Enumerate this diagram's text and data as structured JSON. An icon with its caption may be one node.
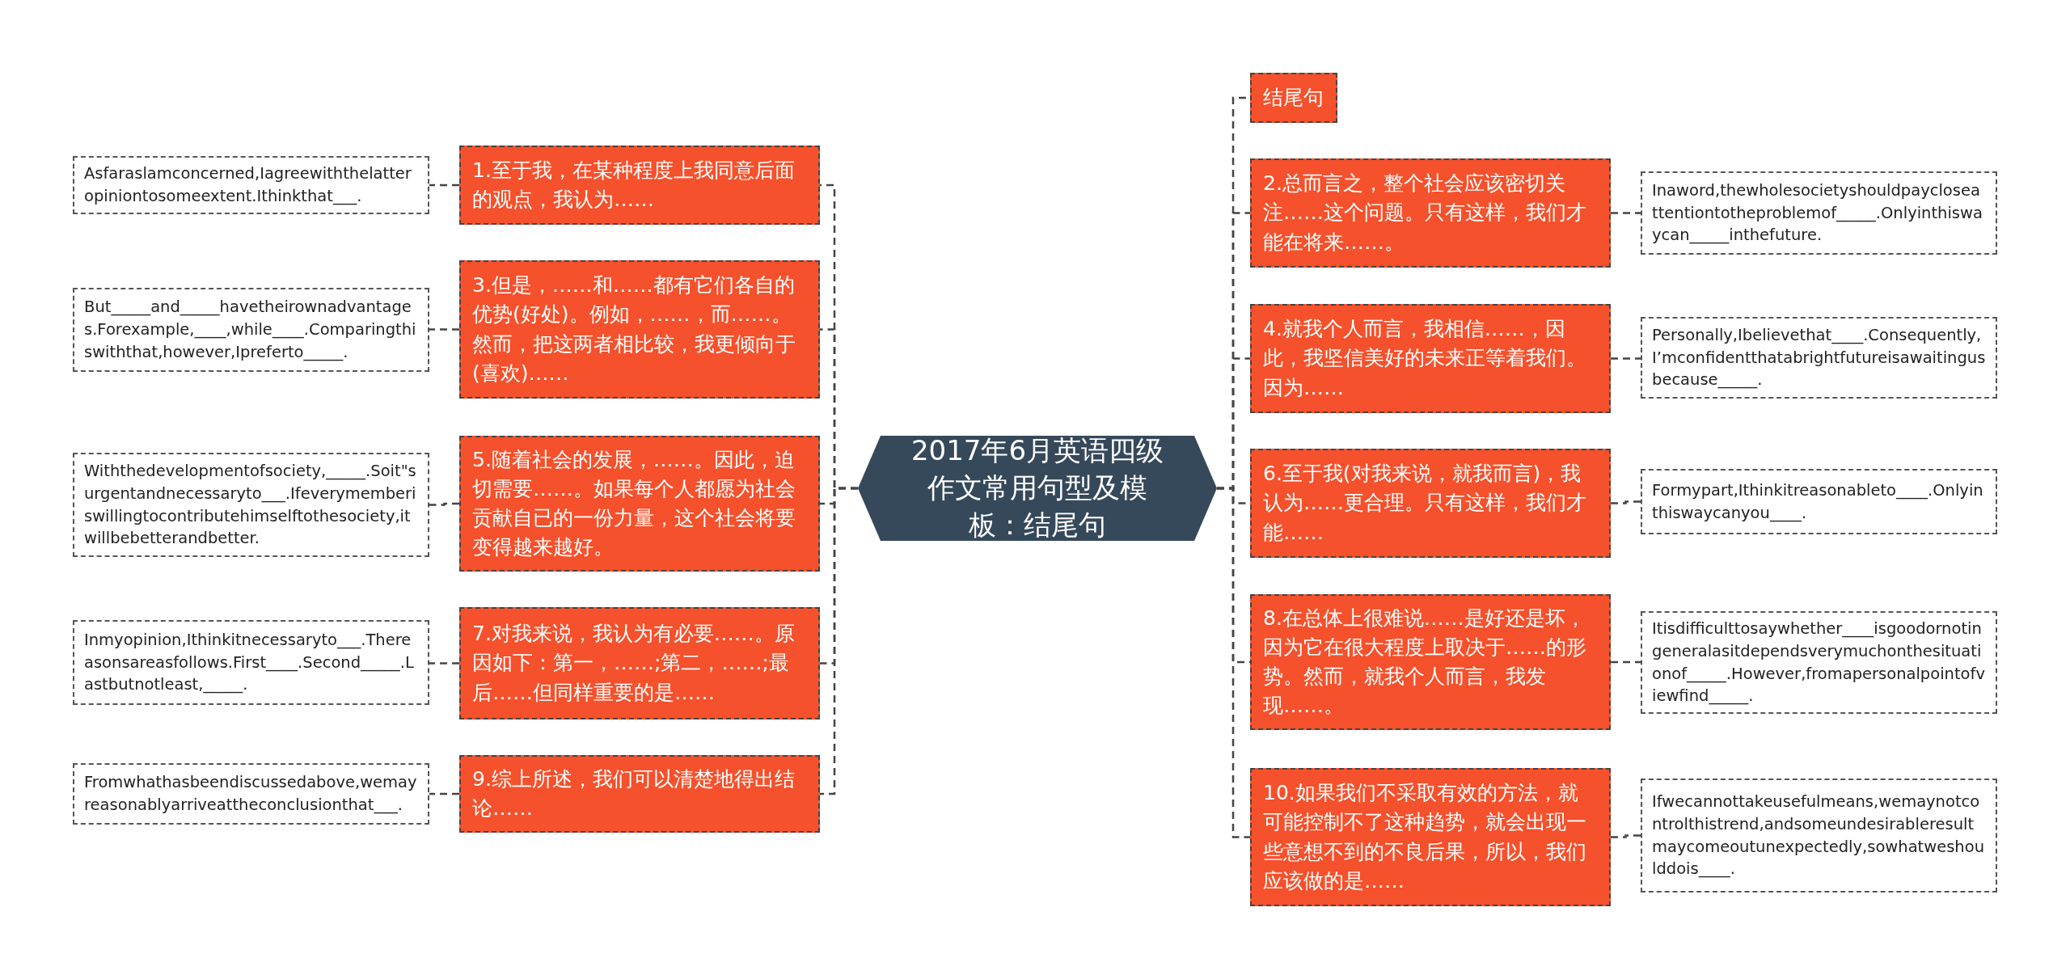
{
  "diagram": {
    "nodes": [
      {
        "text": [
          "2017年6月英语四级作文常用句型及模板：结尾句"
        ]
      },
      {
        "text": [
          "1.至于我，在某种程度上我同意后面的观点，我认为……"
        ]
      },
      {
        "text": [
          "Asfaraslamconcerned,Iagreewiththelatteropiniontosomeextent.Ithinkthat___."
        ]
      },
      {
        "text": [
          "3.但是，……和……都有它们各自的优势(好处)。例如，……，而……。然而，把这两者相比较，我更倾向于(喜欢)……"
        ]
      },
      {
        "text": [
          "But_____and_____havetheirownadvantages.Forexample,____,while____.Comparingthiswiththat,however,Ipreferto_____."
        ]
      },
      {
        "text": [
          "5.随着社会的发展，……。因此，迫切需要……。如果每个人都愿为社会贡献自已的一份力量，这个社会将要变得越来越好。"
        ]
      },
      {
        "text": [
          "Withthedevelopmentofsociety,_____.Soit\"surgentandnecessaryto___.Ifeverymemberiswillingtocontributehimselftothesociety,itwillbebetterandbetter."
        ]
      },
      {
        "text": [
          "7.对我来说，我认为有必要……。原因如下：第一，……;第二，……;最后……但同样重要的是……"
        ]
      },
      {
        "text": [
          "Inmyopinion,Ithinkitnecessaryto___.Thereasonsareasfollows.First____.Second_____.Lastbutnotleast,_____."
        ]
      },
      {
        "text": [
          "9.综上所述，我们可以清楚地得出结论……"
        ]
      },
      {
        "text": [
          "Fromwhathasbeendiscussedabove,wemayreasonablyarriveattheconclusionthat___."
        ]
      },
      {
        "text": [
          "结尾句"
        ]
      },
      {
        "text": [
          "2.总而言之，整个社会应该密切关注……这个问题。只有这样，我们才能在将来……。"
        ]
      },
      {
        "text": [
          "Inaword,thewholesocietyshouldpaycloseattentiontotheproblemof_____.Onlyinthiswaycan_____inthefuture."
        ]
      },
      {
        "text": [
          "4.就我个人而言，我相信……，因此，我坚信美好的未来正等着我们。因为……"
        ]
      },
      {
        "text": [
          "Personally,Ibelievethat____.Consequently,I’mconfidentthatabrightfutureisawaitingusbecause_____."
        ]
      },
      {
        "text": [
          "6.至于我(对我来说，就我而言)，我认为……更合理。只有这样，我们才能……"
        ]
      },
      {
        "text": [
          "Formypart,Ithinkitreasonableto____.Onlyinthiswaycanyou____."
        ]
      },
      {
        "text": [
          "8.在总体上很难说……是好还是坏，因为它在很大程度上取决于……的形势。然而，就我个人而言，我发现……。"
        ]
      },
      {
        "text": [
          "Itisdifficulttosaywhether____isgoodornotingeneralasitdependsverymuchonthesituationof_____.However,fromapersonalpointofviewfind_____."
        ]
      },
      {
        "text": [
          "10.如果我们不采取有效的方法，就可能控制不了这种趋势，就会出现一些意想不到的不良后果，所以，我们应该做的是……"
        ]
      },
      {
        "text": [
          "Ifwecannottakeusefulmeans,wemaynotcontrolthistrend,andsomeundesirableresultmaycomeoutunexpectedly,sowhatweshoulddois____."
        ]
      }
    ],
    "edges": [
      {
        "from": 0,
        "to": 1,
        "arrow": "none",
        "style": "dashed"
      },
      {
        "from": 1,
        "to": 2,
        "arrow": "none",
        "style": "dashed"
      },
      {
        "from": 0,
        "to": 3,
        "arrow": "none",
        "style": "dashed"
      },
      {
        "from": 3,
        "to": 4,
        "arrow": "none",
        "style": "dashed"
      },
      {
        "from": 0,
        "to": 5,
        "arrow": "none",
        "style": "dashed"
      },
      {
        "from": 5,
        "to": 6,
        "arrow": "none",
        "style": "dashed"
      },
      {
        "from": 0,
        "to": 7,
        "arrow": "none",
        "style": "dashed"
      },
      {
        "from": 7,
        "to": 8,
        "arrow": "none",
        "style": "dashed"
      },
      {
        "from": 0,
        "to": 9,
        "arrow": "none",
        "style": "dashed"
      },
      {
        "from": 9,
        "to": 10,
        "arrow": "none",
        "style": "dashed"
      },
      {
        "from": 0,
        "to": 11,
        "arrow": "none",
        "style": "dashed"
      },
      {
        "from": 0,
        "to": 12,
        "arrow": "none",
        "style": "dashed"
      },
      {
        "from": 12,
        "to": 13,
        "arrow": "none",
        "style": "dashed"
      },
      {
        "from": 0,
        "to": 14,
        "arrow": "none",
        "style": "dashed"
      },
      {
        "from": 14,
        "to": 15,
        "arrow": "none",
        "style": "dashed"
      },
      {
        "from": 0,
        "to": 16,
        "arrow": "none",
        "style": "dashed"
      },
      {
        "from": 16,
        "to": 17,
        "arrow": "none",
        "style": "dashed"
      },
      {
        "from": 0,
        "to": 18,
        "arrow": "none",
        "style": "dashed"
      },
      {
        "from": 18,
        "to": 19,
        "arrow": "none",
        "style": "dashed"
      },
      {
        "from": 0,
        "to": 20,
        "arrow": "none",
        "style": "dashed"
      },
      {
        "from": 20,
        "to": 21,
        "arrow": "none",
        "style": "dashed"
      }
    ]
  }
}
